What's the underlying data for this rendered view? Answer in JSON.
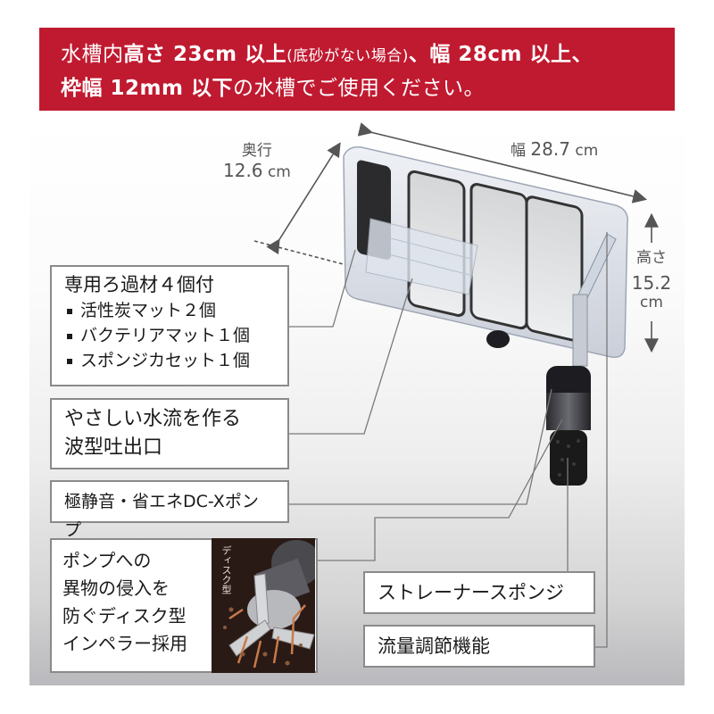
{
  "banner": {
    "line1_part1": "水槽内",
    "line1_bold1": "高さ 23cm 以上",
    "line1_small": "(底砂がない場合)",
    "line1_part2": "、",
    "line1_bold2": "幅 28cm 以上",
    "line1_part3": "、",
    "line2_bold1": "枠幅 12mm 以下",
    "line2_part1": "の水槽でご使用ください。",
    "color": "#c01a30"
  },
  "dimensions": {
    "depth": {
      "label": "奥行",
      "value": "12.6",
      "unit": "cm"
    },
    "width": {
      "label": "幅",
      "value": "28.7",
      "unit": "cm"
    },
    "height": {
      "label": "高さ",
      "value": "15.2",
      "unit": "cm"
    }
  },
  "features": {
    "filter_media": {
      "title": "専用ろ過材４個付",
      "items": [
        "活性炭マット２個",
        "バクテリアマット１個",
        "スポンジカセット１個"
      ]
    },
    "outlet": {
      "line1": "やさしい水流を作る",
      "line2": "波型吐出口"
    },
    "pump": {
      "label": "極静音・省エネDC-Xポンプ"
    },
    "impeller": {
      "lines": [
        "ポンプへの",
        "異物の侵入を",
        "防ぐディスク型",
        "インペラー採用"
      ],
      "image_caption": "ディスク型"
    },
    "strainer": {
      "label": "ストレーナースポンジ"
    },
    "flow_control": {
      "label": "流量調節機能"
    }
  }
}
